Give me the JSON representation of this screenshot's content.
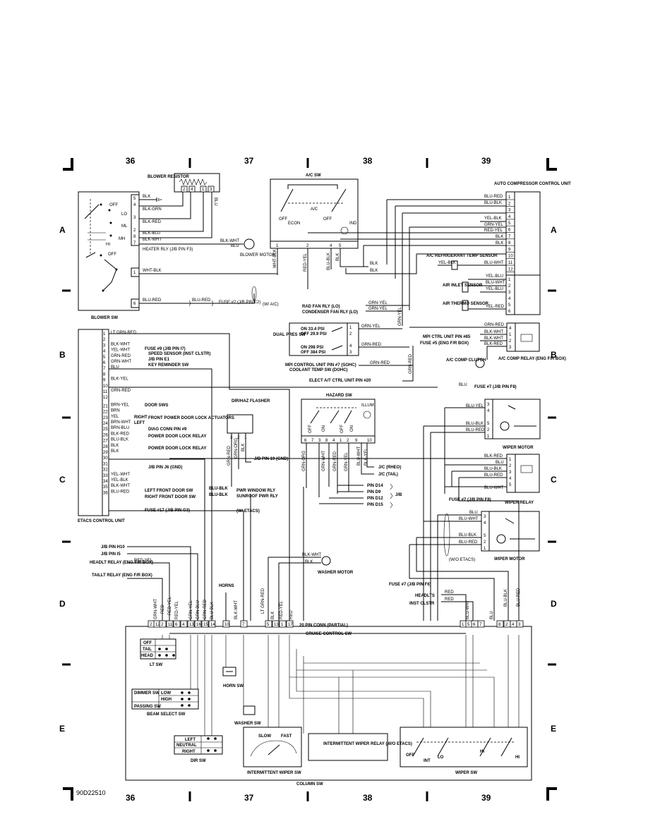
{
  "grid": {
    "top": [
      "36",
      "37",
      "38",
      "39"
    ],
    "bottom": [
      "36",
      "37",
      "38",
      "39"
    ],
    "left": [
      "A",
      "B",
      "C",
      "D",
      "E"
    ],
    "right": [
      "A",
      "B",
      "C",
      "D",
      "E"
    ]
  },
  "figure_id": "90D22510",
  "blower": {
    "resistor_title": "BLOWER RESISTOR",
    "resistor_pins": [
      "2",
      "4",
      "1",
      "3"
    ],
    "sw_title": "BLOWER SW",
    "positions": [
      "OFF",
      "LO",
      "ML",
      "MH",
      "HI",
      "OFF"
    ],
    "pins": [
      "5",
      "4",
      "3",
      "2",
      "8",
      "7",
      "1",
      "6"
    ],
    "wires": [
      "BLK",
      "BLK-GRN",
      "BLK-RED",
      "BLK-BLU",
      "BLK-WHT",
      "WHT-BLK",
      "BLU-RED",
      "BLK-WHT",
      "BLU"
    ],
    "heater_relay": "HEATER RLY (J/B PIN F3)",
    "motor": "BLOWER MOTOR",
    "fuse2": "FUSE #2 (J/B PIN E2)",
    "fuse2_wire": "BLU-RED",
    "wac": "(W/ A/C)"
  },
  "ac_sw": {
    "title": "A/C SW",
    "labels": [
      "A/C",
      "OFF",
      "ECON",
      "OFF",
      "IND"
    ],
    "pins": [
      "1",
      "2",
      "4",
      "5"
    ],
    "wires": [
      "WHT-BLK",
      "RED-YEL",
      "BLU-BLK",
      "BLK"
    ]
  },
  "acu": {
    "title": "AUTO COMPRESSOR CONTROL UNIT",
    "pins": [
      "1",
      "2",
      "3",
      "4",
      "5",
      "6",
      "7",
      "8",
      "9",
      "10",
      "11",
      "12"
    ],
    "wires": [
      "BLU-RED",
      "BLU-BLK",
      "YEL-BLK",
      "GRN-YEL",
      "RED-YEL",
      "BLK",
      "BLK",
      "BLU-WHT"
    ],
    "refrig_sensor": "A/C REFRIGERANT TEMP SENSOR",
    "refrig_wire": "YEL-BLK",
    "blk_a": "BLK",
    "blk_b": "BLK"
  },
  "sensors": {
    "air_inlet": "AIR INLET SENSOR",
    "air_thermo": "AIR THERMO SENSOR",
    "pins": [
      "1",
      "2",
      "3",
      "4",
      "5",
      "6"
    ],
    "wires": [
      "YEL-BLU",
      "BLU-WHT",
      "YEL-BLU",
      "YEL-RED"
    ]
  },
  "fans": {
    "rad": "RAD FAN RLY (LO)",
    "cond": "CONDENSER FAN RLY (LO)",
    "wire_a": "GRN-YEL",
    "wire_b": "GRN-YEL",
    "vert": "GRN-YEL"
  },
  "dual_pres": {
    "title": "DUAL PRES SW",
    "on_lo": "ON 33.4 PSI",
    "off_lo": "OFF 29.9 PSI",
    "on_hi": "ON 298 PSI",
    "off_hi": "OFF 384 PSI",
    "pins": [
      "1",
      "2",
      "4",
      "3"
    ],
    "wire_a": "GRN-YEL",
    "wire_b": "GRN-RED",
    "mpi": "MPI CONTROL UNIT PIN #7 (SOHC)",
    "coolant": "COOLANT TEMP SW (DOHC)",
    "mpi_wire": "GRN-RED",
    "elect": "ELECT A/T CTRL UNIT PIN #20",
    "vert": "GRN-RED"
  },
  "comp_relay": {
    "title": "A/C COMP RELAY (ENG F/R BOX)",
    "mpi": "MPI CTRL UNIT PIN #85",
    "fuse": "FUSE #5 (ENG F/R BOX)",
    "clutch": "A/C COMP CLUTCH",
    "pins": [
      "4",
      "1",
      "2",
      "3"
    ],
    "wires": [
      "GRN-RED",
      "BLK-WHT",
      "BLK-WHT",
      "BLK-RED"
    ]
  },
  "etacs": {
    "title": "ETACS CONTROL UNIT",
    "pins": [
      "1",
      "2",
      "3",
      "4",
      "5",
      "6",
      "7",
      "8",
      "9",
      "10",
      "11",
      "12",
      "21",
      "22",
      "23",
      "24",
      "25",
      "26",
      "27",
      "28",
      "29",
      "30",
      "31",
      "32",
      "33",
      "34",
      "35",
      "36"
    ],
    "wires": [
      "LT GRN-RED",
      "",
      "BLK-WHT",
      "YEL-WHT",
      "GRN-RED",
      "GRN-WHT",
      "BLU",
      "",
      "BLK-YEL",
      "",
      "GRN-RED",
      "",
      "BRN-YEL",
      "BRN",
      "YEL",
      "BRN-WHT",
      "BRN-BLU",
      "BLK-RED",
      "BLU-BLK",
      "BLK",
      "BLK",
      "",
      "",
      "",
      "YEL-WHT",
      "YEL-BLK",
      "BLK-WHT",
      "BLU-RED"
    ],
    "dest": [
      "FUSE #9 (J/B PIN I7)",
      "SPEED SENSOR (INST CLSTR)",
      "J/B PIN E1",
      "KEY REMINDER SW",
      "DOOR SWS",
      "FRONT POWER DOOR LOCK ACTUATORS",
      "RIGHT",
      "LEFT",
      "DIAG CONN PIN #9",
      "POWER DOOR LOCK RELAY",
      "POWER DOOR LOCK RELAY",
      "J/B PIN J6 (GND)",
      "LEFT FRONT DOOR SW",
      "RIGHT FRONT DOOR SW",
      "FUSE #17 (J/B PIN G3)",
      "PWR WINDOW RLY",
      "SUNROOF PWR RLY",
      "BLU-BLK",
      "BLU-BLK",
      "(W/ ETACS)"
    ]
  },
  "flasher": {
    "title": "DIR/HAZ FLASHER",
    "pins": [
      "3",
      "2",
      "1"
    ],
    "wires": [
      "GRN-RED",
      "GRN-ORG",
      "BLK"
    ],
    "jb": "J/B PIN 19 (GND)"
  },
  "hazard": {
    "title": "HAZARD SW",
    "illum": "ILLUM",
    "sw": [
      "OFF",
      "ON",
      "OFF",
      "ON"
    ],
    "pins": [
      "6",
      "7",
      "3",
      "8",
      "4",
      "1",
      "2",
      "9",
      "10"
    ],
    "wires": [
      "GRN-ORG",
      "GRN-WHT",
      "GRN-RED",
      "GRN-YEL",
      "BLU-WHT",
      "BLK-YEL"
    ],
    "jc_rheo": "J/C (RHEO)",
    "jc_tail": "J/C (TAIL)",
    "pins_jb": [
      "PIN D14",
      "PIN D9",
      "PIN D12",
      "PIN D15"
    ],
    "jb": "J/B"
  },
  "wiper_motor1": {
    "title": "WIPER MOTOR",
    "fuse": "FUSE #7 (J/B PIN F8)",
    "fuse_wire": "BLU",
    "pins": [
      "3",
      "4",
      "5",
      "2",
      "1"
    ],
    "wires": [
      "BLU-YEL",
      "BLU-BLK",
      "BLU-RED"
    ]
  },
  "wiper_relay": {
    "title": "WIPER RELAY",
    "pins": [
      "1",
      "2",
      "3",
      "4",
      "5"
    ],
    "wires": [
      "BLK-RED",
      "BLU",
      "BLU-BLK",
      "BLU-RED",
      "BLU-WHT"
    ]
  },
  "wiper_motor2": {
    "title": "WIPER MOTOR",
    "fuse": "FUSE #7 (J/B PIN F8)",
    "pins": [
      "3",
      "4",
      "5",
      "2",
      "1"
    ],
    "wires": [
      "BLU",
      "BLU-WHT",
      "BLU-BLK",
      "BLU-RED"
    ],
    "wo": "(W/O ETACS)"
  },
  "lower_left": {
    "jb_h10": "J/B PIN H10",
    "jb_i5": "J/B PIN I5",
    "headlt": "HEADLT RELAY (ENG F/R BOX)",
    "headlt_wire": "RED-YEL",
    "taillt": "TAILLT RELAY (ENG F/R BOX)",
    "horns": "HORNS",
    "washer": "WASHER MOTOR",
    "washer_wires": [
      "BLK-WHT",
      "BLK"
    ],
    "fuse7": "FUSE #7 (J/B PIN F6)",
    "headlts": "HEADLTS",
    "inst": "INST CLSTR",
    "red_a": "RED",
    "red_b": "RED"
  },
  "column": {
    "title": "COLUMN SW",
    "conn": "20 PIN CONN (PARTIAL)",
    "cruise": "CRUISE CONTROL SW",
    "pins": [
      "2",
      "12",
      "2",
      "11",
      "6",
      "4",
      "13",
      "16",
      "15",
      "14",
      "10",
      "7",
      "5",
      "13",
      "1",
      "17",
      "1",
      "5",
      "6",
      "7",
      "8",
      "2",
      "4",
      "3"
    ],
    "wires": [
      "GRN-WHT",
      "RED",
      "RED-YEL",
      "RED-YEL",
      "GRN-YEL",
      "GRN-BLU",
      "GRN-RED",
      "BLU-BLK",
      "BLK-WHT",
      "LT GRN-RED",
      "BLK",
      "RED-YEL",
      "RED",
      "BLU-WHT",
      "BLU",
      "BLU-BLK",
      "BLU-RED"
    ],
    "lt_sw": "LT SW",
    "lt_rows": [
      "OFF",
      "TAIL",
      "HEAD"
    ],
    "dimmer": "DIMMER SW",
    "low": "LOW",
    "high": "HIGH",
    "passing": "PASSING SW",
    "beam": "BEAM SELECT SW",
    "horn_sw": "HORN SW",
    "washer_sw": "WASHER SW",
    "dir_rows": [
      "LEFT",
      "NEUTRAL",
      "RIGHT"
    ],
    "dir_sw": "DIR SW",
    "slow": "SLOW",
    "fast": "FAST",
    "int_wiper_sw": "INTERMITTENT WIPER SW",
    "int_relay": "INTERMITTENT WIPER RELAY (W/O ETACS)",
    "wiper_sw": "WIPER SW",
    "wiper_pos": [
      "OFF",
      "INT",
      "LO",
      "HI",
      "HI"
    ]
  }
}
